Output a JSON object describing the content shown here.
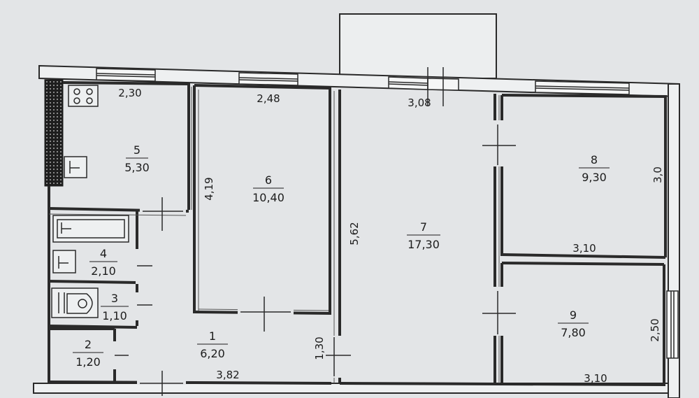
{
  "rooms": [
    {
      "id": "5",
      "area": "5,30"
    },
    {
      "id": "6",
      "area": "10,40"
    },
    {
      "id": "7",
      "area": "17,30"
    },
    {
      "id": "8",
      "area": "9,30"
    },
    {
      "id": "9",
      "area": "7,80"
    },
    {
      "id": "4",
      "area": "2,10"
    },
    {
      "id": "3",
      "area": "1,10"
    },
    {
      "id": "2",
      "area": "1,20"
    },
    {
      "id": "1",
      "area": "6,20"
    }
  ],
  "dimensions": {
    "room5_width": "2,30",
    "room6_width": "2,48",
    "room6_length": "4,19",
    "room7_width": "3,08",
    "room7_length": "5,62",
    "room8_length": "3,0",
    "room8_width": "3,10",
    "room9_length": "2,50",
    "room9_width": "3,10",
    "hall_width": "3,82",
    "hall_depth": "1,30"
  },
  "colors": {
    "wall": "#2a2a2a",
    "paper": "#e6e8ea",
    "balcony": "#e9ebec"
  }
}
